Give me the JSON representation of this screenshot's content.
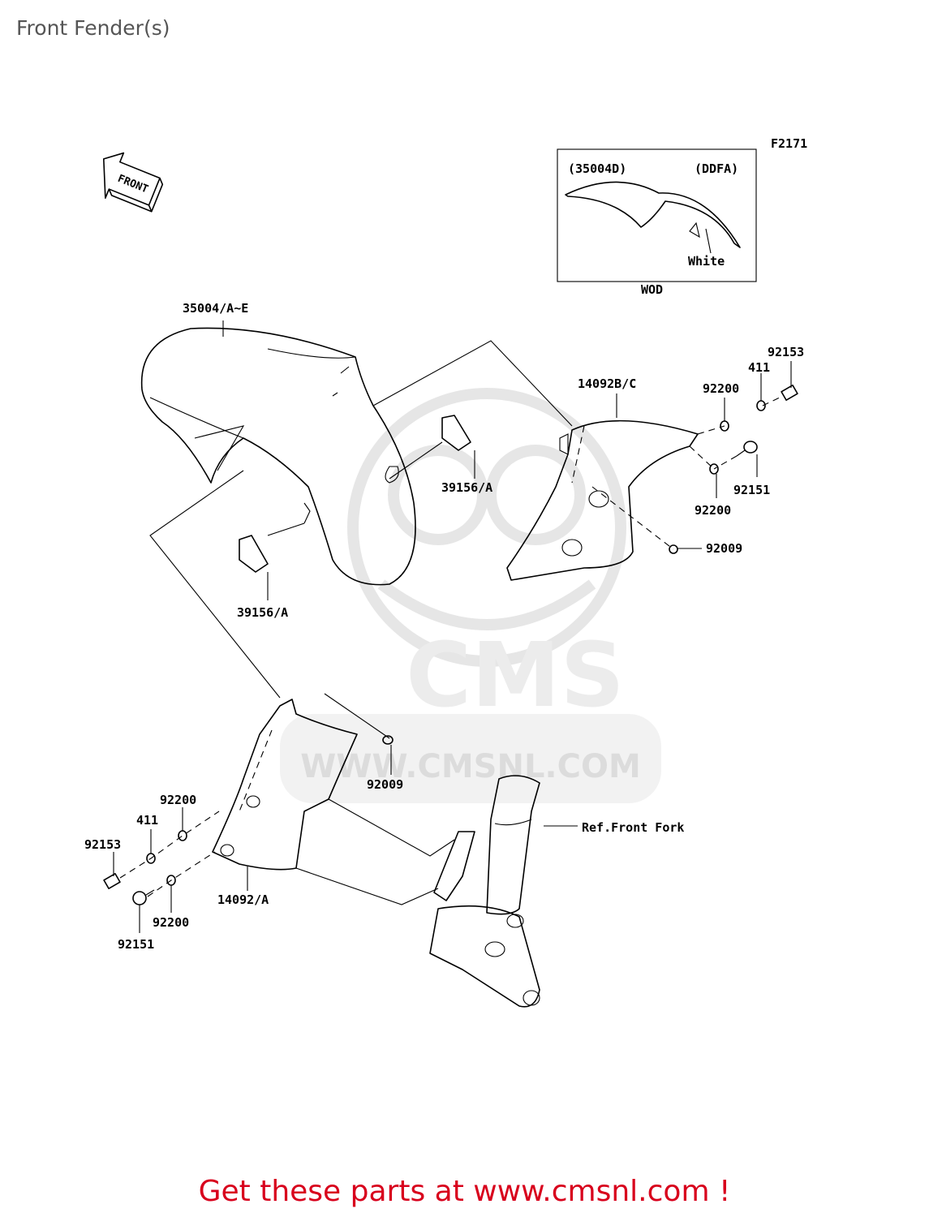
{
  "page": {
    "title": "Front Fender(s)",
    "footer": "Get these parts at www.cmsnl.com !"
  },
  "diagram": {
    "ref_code": "F2171",
    "front_arrow": "FRONT",
    "inset": {
      "part_code": "(35004D)",
      "color_code": "(DDFA)",
      "color_name": "White",
      "model_code": "WOD"
    },
    "watermark": {
      "brand": "CMS",
      "url": "WWW.CMSNL.COM"
    },
    "labels": {
      "fender": "35004/A~E",
      "cover_right": "14092B/C",
      "cover_left": "14092/A",
      "pad_right": "39156/A",
      "pad_left": "39156/A",
      "bolt_right_top": "92153",
      "washer_411_right": "411",
      "washer_92200_right_top": "92200",
      "bolt_92151_right": "92151",
      "washer_92200_right_bottom": "92200",
      "screw_92009_right": "92009",
      "screw_92009_left": "92009",
      "washer_92200_left_top": "92200",
      "washer_411_left": "411",
      "bolt_92153_left": "92153",
      "washer_92200_left_bottom": "92200",
      "bolt_92151_left": "92151",
      "front_fork_ref": "Ref.Front Fork"
    }
  }
}
